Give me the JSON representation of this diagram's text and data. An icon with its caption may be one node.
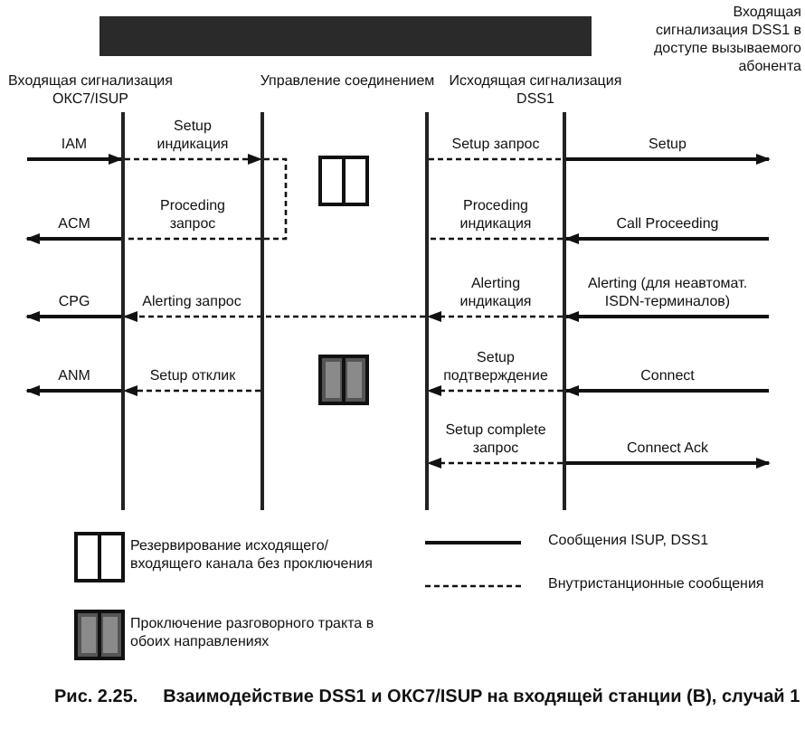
{
  "diagram": {
    "caption": "Рис. 2.25.     Взаимодействие DSS1 и ОКС7/ISUP на входящей станции (B), случай 1",
    "nodes": [
      {
        "text": [],
        "shape": "bar"
      },
      {
        "text": [],
        "shape": "bar"
      },
      {
        "text": [],
        "shape": "bar"
      },
      {
        "text": [],
        "shape": "bar"
      }
    ],
    "edges": [
      {
        "from": null,
        "to": 0,
        "arrow": "to",
        "label": "IAM"
      },
      {
        "from": 0,
        "to": 1,
        "arrow": "to",
        "label": "Setup индикация",
        "style": "dashed"
      },
      {
        "from": 1,
        "to": 0,
        "arrow": "none",
        "label": "Proceding запрос",
        "style": "dashed"
      },
      {
        "from": 2,
        "to": 3,
        "arrow": "none",
        "label": "Setup запрос",
        "style": "dashed"
      },
      {
        "from": 3,
        "to": null,
        "arrow": "to",
        "label": "Setup"
      },
      {
        "from": 0,
        "to": null,
        "arrow": "to",
        "label": "ACM"
      },
      {
        "from": 3,
        "to": 2,
        "arrow": "none",
        "label": "Proceding индикация",
        "style": "dashed"
      },
      {
        "from": null,
        "to": 3,
        "arrow": "to",
        "label": "Call Proceeding"
      },
      {
        "from": 0,
        "to": null,
        "arrow": "to",
        "label": "CPG"
      },
      {
        "from": 2,
        "to": 0,
        "arrow": "to",
        "label": "Alerting запрос",
        "style": "dashed"
      },
      {
        "from": 3,
        "to": 2,
        "arrow": "to",
        "label": "Alerting индикация",
        "style": "dashed"
      },
      {
        "from": null,
        "to": 3,
        "arrow": "to",
        "label": "Alerting (для неавтомат. ISDN-терминалов)"
      },
      {
        "from": 0,
        "to": null,
        "arrow": "to",
        "label": "ANM"
      },
      {
        "from": 1,
        "to": 0,
        "arrow": "to",
        "label": "Setup отклик",
        "style": "dashed"
      },
      {
        "from": 3,
        "to": 2,
        "arrow": "to",
        "label": "Setup подтверждение",
        "style": "dashed"
      },
      {
        "from": null,
        "to": 3,
        "arrow": "to",
        "label": "Connect"
      },
      {
        "from": 3,
        "to": 2,
        "arrow": "to",
        "label": "Setup complete запрос",
        "style": "dashed"
      },
      {
        "from": 3,
        "to": null,
        "arrow": "to",
        "label": "Connect Ack"
      }
    ],
    "labels": [
      "Входящая сигнализация DSS1 в доступе вызываемого абонента",
      "Входящая сигнализация ОКС7/ISUP",
      "Управление соединением",
      "Исходящая сигнализация DSS1"
    ],
    "legend": [
      {
        "text": "Резервирование исходящего/входящего канала без проключения"
      },
      {
        "text": "Проключение разговорного тракта в обоих направлениях"
      },
      {
        "text": "Сообщения ISUP, DSS1"
      },
      {
        "text": "Внутристанционные сообщения"
      }
    ]
  }
}
